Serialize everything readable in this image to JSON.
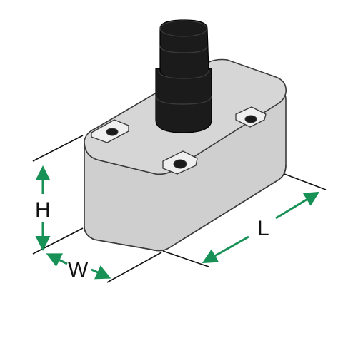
{
  "diagram": {
    "colors": {
      "body_side": "#cfcfcf",
      "body_top": "#d6d6d6",
      "outline": "#3a3a3a",
      "knob": "#1b1b1b",
      "knob_highlight": "#3a3a3a",
      "arrow": "#179155",
      "extension_line": "#111111"
    },
    "dimensions": {
      "height_label": "H",
      "width_label": "W",
      "length_label": "L"
    }
  }
}
